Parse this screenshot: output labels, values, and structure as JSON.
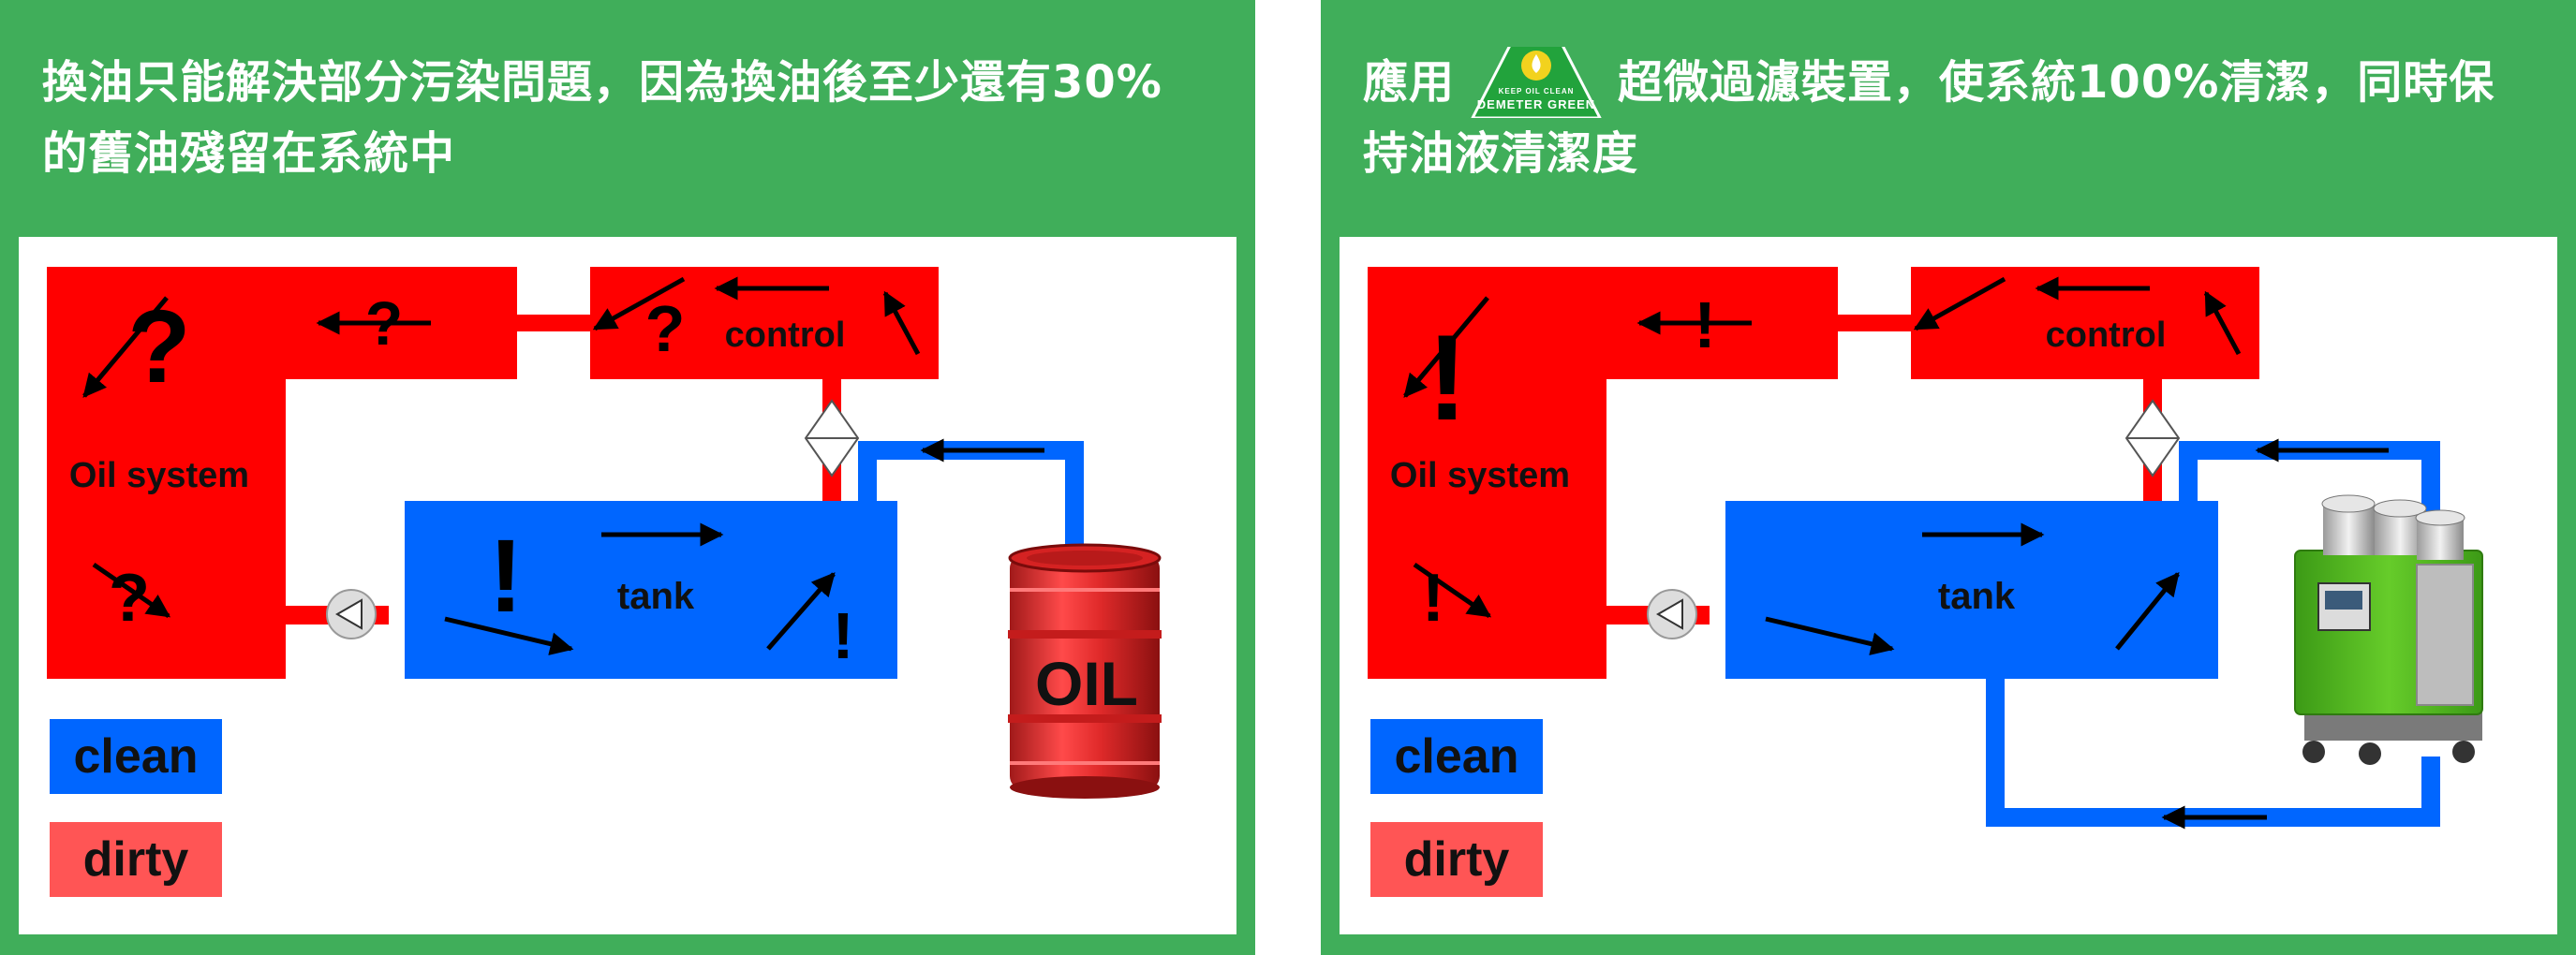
{
  "left": {
    "heading_line1": "換油只能解決部分污染問題，因為換油後至少還有30%",
    "heading_line2": "的舊油殘留在系統中",
    "labels": {
      "control": "control",
      "oil_system": "Oil system",
      "tank": "tank",
      "drum_text": "OIL",
      "clean": "clean",
      "dirty": "dirty"
    },
    "marks": {
      "question": "?",
      "exclaim": "!"
    }
  },
  "right": {
    "heading_before_logo": "應用",
    "heading_after_logo": "超微過濾裝置，使系統100%清潔，同時保",
    "heading_line2": "持油液清潔度",
    "logo": {
      "top_text": "KEEP OIL CLEAN",
      "brand_text": "DEMETER GREEN",
      "icon": "recycle-oil-drop-icon"
    },
    "labels": {
      "control": "control",
      "oil_system": "Oil system",
      "tank": "tank",
      "clean": "clean",
      "dirty": "dirty"
    },
    "marks": {
      "exclaim": "!"
    }
  },
  "colors": {
    "panel_green": "#40ae5a",
    "dirty_red": "#ff0000",
    "clean_blue": "#0066ff",
    "legend_dirty": "#ff5555",
    "filter_machine_green": "#55bb22"
  }
}
